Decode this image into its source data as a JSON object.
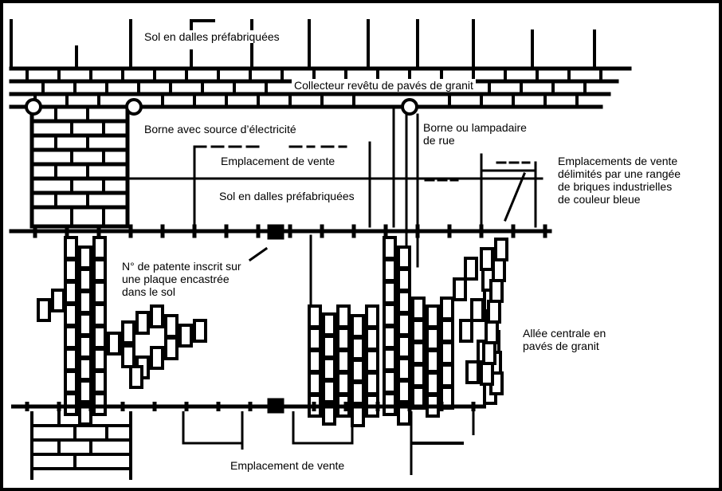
{
  "diagram": {
    "title": "Plan d'aménagement d'un marché",
    "colors": {
      "ink": "#000000",
      "paper": "#ffffff"
    },
    "labels": {
      "top_floor": "Sol en dalles préfabriquées",
      "collector": "Collecteur revêtu de pavés de granit",
      "electric_post": "Borne avec source d’électricité",
      "street_lamp": [
        "Borne ou lampadaire",
        "de rue"
      ],
      "stall_upper": "Emplacement de vente",
      "mid_floor": "Sol en dalles préfabriquées",
      "stall_markers": [
        "Emplacements de vente",
        "délimités par une rangée",
        "de briques industrielles",
        "de couleur bleue"
      ],
      "licence_plate": [
        "N° de patente inscrit sur",
        "une plaque encastrée",
        "dans le sol"
      ],
      "central_alley": [
        "Allée centrale en",
        "pavés de granit"
      ],
      "stall_lower": "Emplacement de vente"
    }
  }
}
